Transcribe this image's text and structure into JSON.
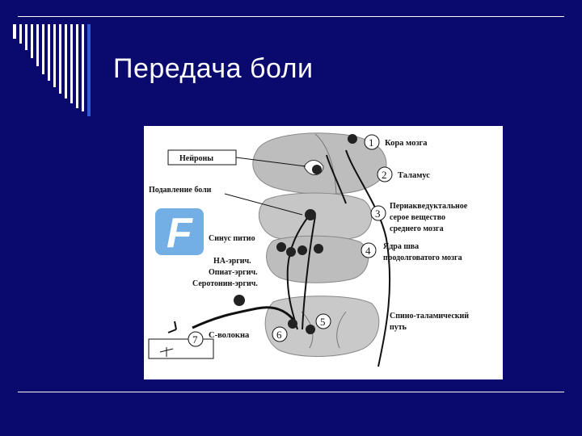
{
  "slide": {
    "title": "Передача боли"
  },
  "figure": {
    "labels": {
      "neurons": "Нейроны",
      "pain_suppression": "Подавление боли",
      "sinus_pitio": "Синус питио",
      "na_ergic": "НА-эргич.",
      "opiate_ergic": "Опиат-эргич.",
      "serotonin_ergic": "Серотонин-эргич.",
      "c_fibers": "С-волокна",
      "spinothalamic_line1": "Спино-таламический",
      "spinothalamic_line2": "путь"
    },
    "numbered": [
      {
        "n": "1",
        "line1": "Кора мозга",
        "line2": "",
        "line3": ""
      },
      {
        "n": "2",
        "line1": "Таламус",
        "line2": "",
        "line3": ""
      },
      {
        "n": "3",
        "line1": "Периаквeдуктальное",
        "line2": "серое вещество",
        "line3": "среднего мозга"
      },
      {
        "n": "4",
        "line1": "Ядра шва",
        "line2": "продолговатого мозга",
        "line3": ""
      },
      {
        "n": "5",
        "line1": "",
        "line2": "",
        "line3": ""
      },
      {
        "n": "6",
        "line1": "",
        "line2": "",
        "line3": ""
      },
      {
        "n": "7",
        "line1": "",
        "line2": "",
        "line3": ""
      }
    ],
    "watermark_letter": "F"
  }
}
